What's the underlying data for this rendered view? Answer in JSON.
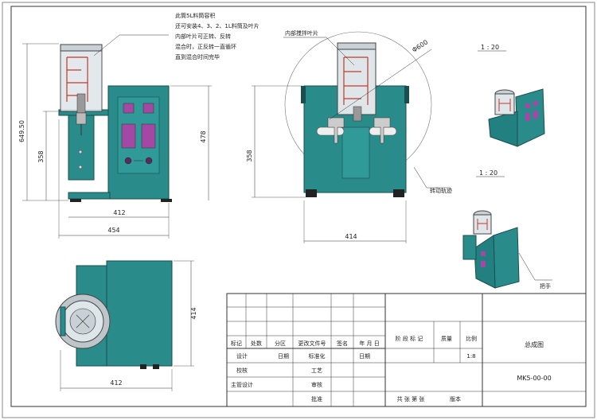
{
  "notes": {
    "capacity": [
      "此筒5L料筒容积",
      "还可安装4、3、2、1L料筒及叶片",
      "内部叶片可正转、反转",
      "混合时，正反转一直循环",
      "直到混合时间完毕"
    ],
    "inner_blade": "内部搅拌叶片",
    "track": "转动轨迹",
    "handle": "把手"
  },
  "dimensions": {
    "front_height_total": "649.50",
    "front_height_lower": "358",
    "front_body_height": "478",
    "front_width_412": "412",
    "front_width_454": "454",
    "side_height": "358",
    "side_width": "414",
    "circle_dia": "Φ600",
    "top_height": "414",
    "top_width": "412"
  },
  "iso_scale": {
    "top": "1 : 20",
    "bottom": "1 : 20"
  },
  "title_block": {
    "headers": [
      "标记",
      "处数",
      "分区",
      "更改文件号",
      "签名",
      "年 月 日"
    ],
    "stage_label": "阶 段 标 记",
    "weight_label": "质量",
    "scale_label": "比例",
    "scale_value": "1:8",
    "drawing_title": "总成图",
    "drawing_number": "MK5-00-00",
    "rows": [
      {
        "left": "设计",
        "date1": "日期",
        "mid": "标准化",
        "date2": "日期"
      },
      {
        "left": "校核",
        "mid": "工艺"
      },
      {
        "left": "主管设计",
        "mid": "审核"
      },
      {
        "mid": "批准"
      }
    ],
    "sheets": "共 张 第 张",
    "version": "版本"
  }
}
